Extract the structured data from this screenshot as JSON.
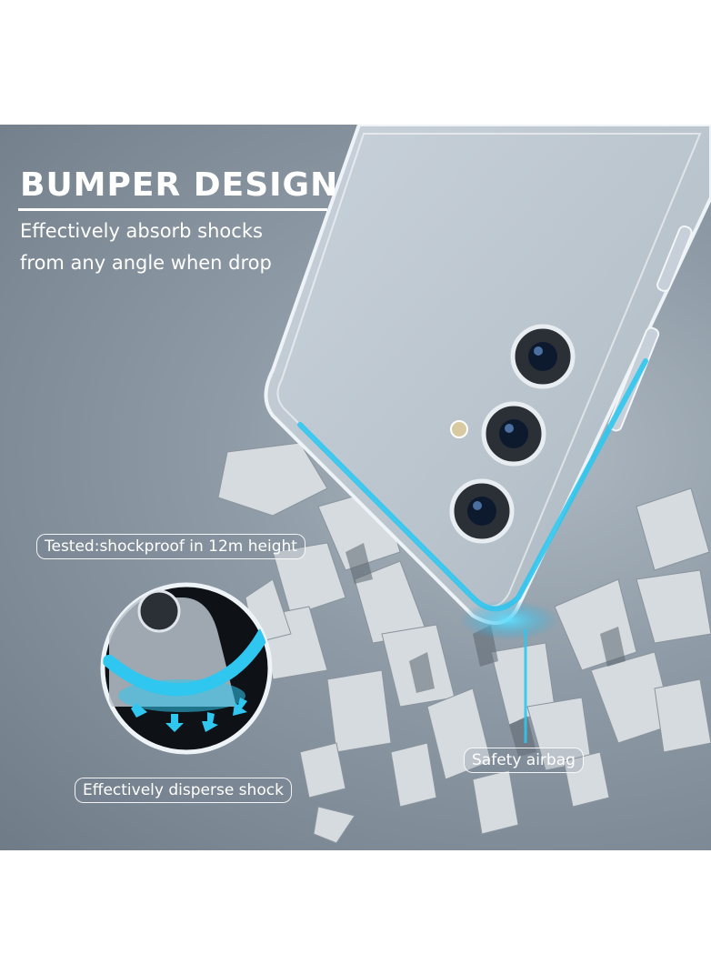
{
  "banner": {
    "headline": "BUMPER DESIGN",
    "subtext": "Effectively absorb shocks from any angle when drop"
  },
  "labels": {
    "tested": "Tested:shockproof in 12m height",
    "disperse": "Effectively disperse shock",
    "airbag": "Safety airbag"
  },
  "colors": {
    "accent_blue": "#2fc7ef",
    "background_grey": "#8f9ba6",
    "text": "#ffffff"
  },
  "icons": [
    "phone-case",
    "camera-lens",
    "shatter-fragments",
    "inset-corner-zoom",
    "arrow-down"
  ]
}
